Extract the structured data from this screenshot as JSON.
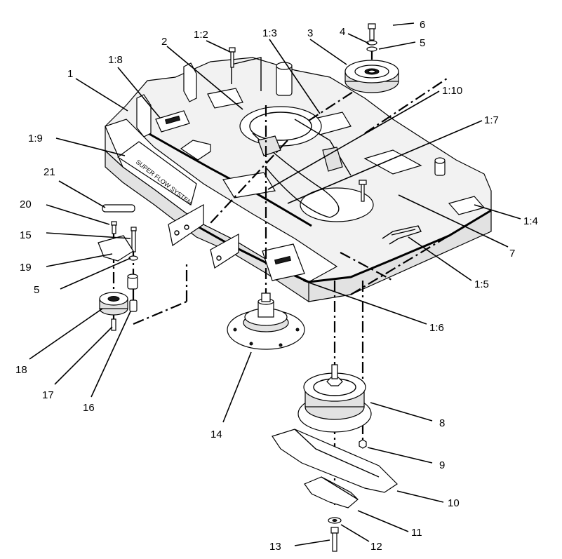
{
  "diagram": {
    "decal_text": "SUPER FLOW SYSTEM",
    "callouts": [
      "1",
      "1:2",
      "1:3",
      "1:4",
      "1:5",
      "1:6",
      "1:7",
      "1:8",
      "1:9",
      "1:10",
      "2",
      "3",
      "4",
      "5",
      "5",
      "6",
      "7",
      "8",
      "9",
      "10",
      "11",
      "12",
      "13",
      "14",
      "15",
      "16",
      "17",
      "18",
      "19",
      "20",
      "21"
    ]
  }
}
